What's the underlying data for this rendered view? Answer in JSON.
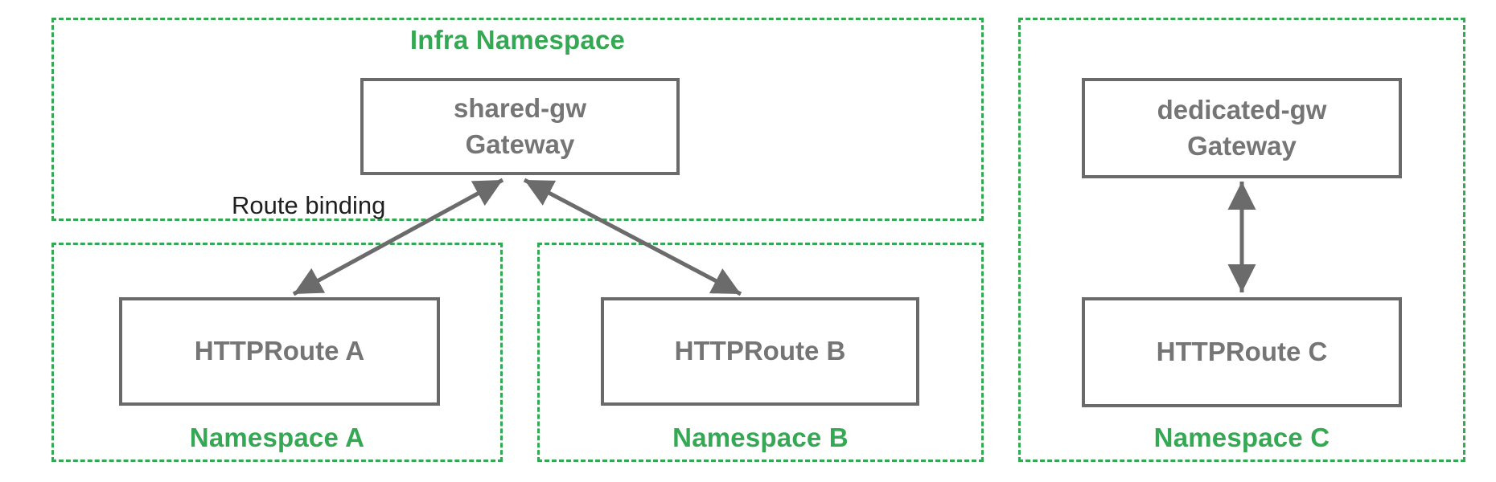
{
  "colors": {
    "namespace_green": "#34a853",
    "node_border_gray": "#6a6a6a",
    "node_text_gray": "#757575",
    "edge_label_black": "#1f1f1f",
    "arrow_gray": "#6b6b6b"
  },
  "groups": {
    "infra": {
      "label": "Infra Namespace"
    },
    "ns_a": {
      "label": "Namespace A"
    },
    "ns_b": {
      "label": "Namespace B"
    },
    "ns_c": {
      "label": "Namespace C"
    }
  },
  "nodes": {
    "shared_gw": {
      "line1": "shared-gw",
      "line2": "Gateway"
    },
    "route_a": {
      "label": "HTTPRoute A"
    },
    "route_b": {
      "label": "HTTPRoute B"
    },
    "dedicated_gw": {
      "line1": "dedicated-gw",
      "line2": "Gateway"
    },
    "route_c": {
      "label": "HTTPRoute C"
    }
  },
  "edges": {
    "binding_label": "Route binding"
  }
}
